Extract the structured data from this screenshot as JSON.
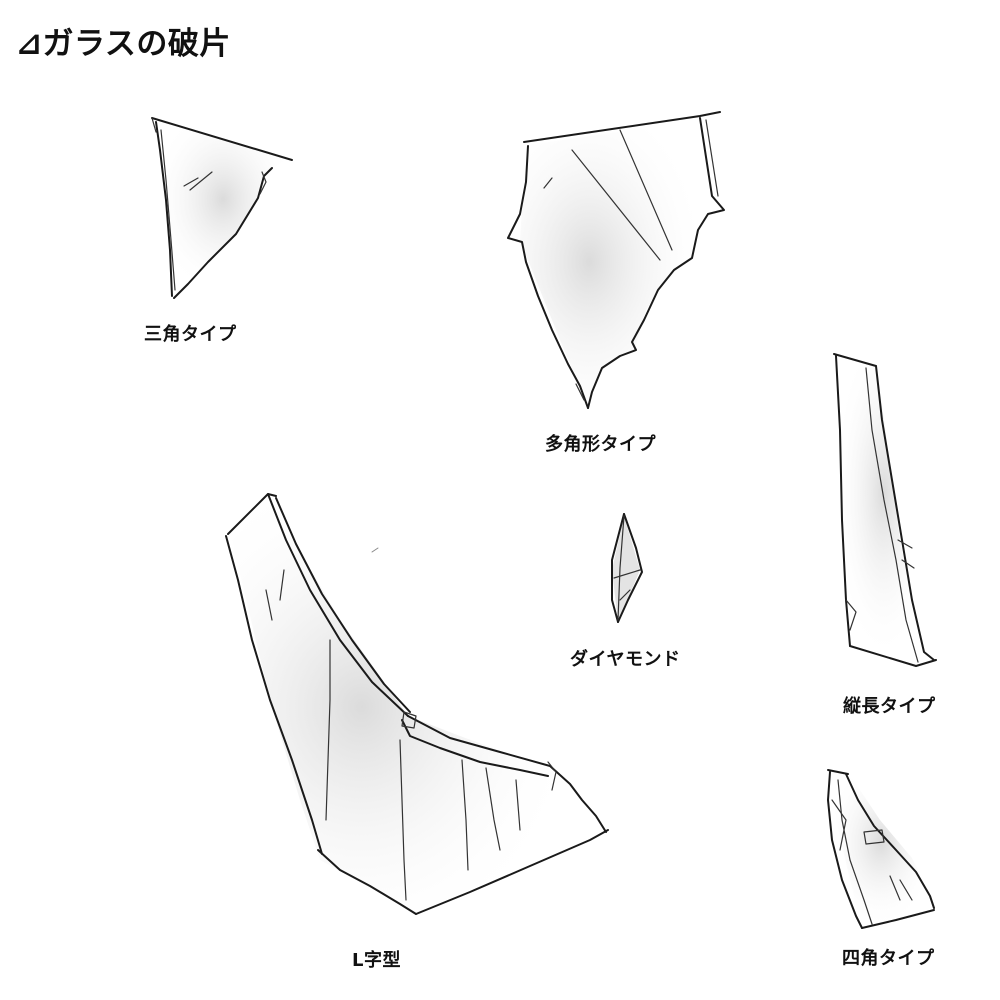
{
  "title": "⊿ガラスの破片",
  "labels": {
    "triangle": "三角タイプ",
    "polygon": "多角形タイプ",
    "vertical": "縦長タイプ",
    "diamond": "ダイヤモンド",
    "l_shape": "L字型",
    "square": "四角タイプ"
  },
  "colors": {
    "line": "#1a1a1a",
    "shade": "#cfcfcf",
    "background": "#ffffff"
  }
}
